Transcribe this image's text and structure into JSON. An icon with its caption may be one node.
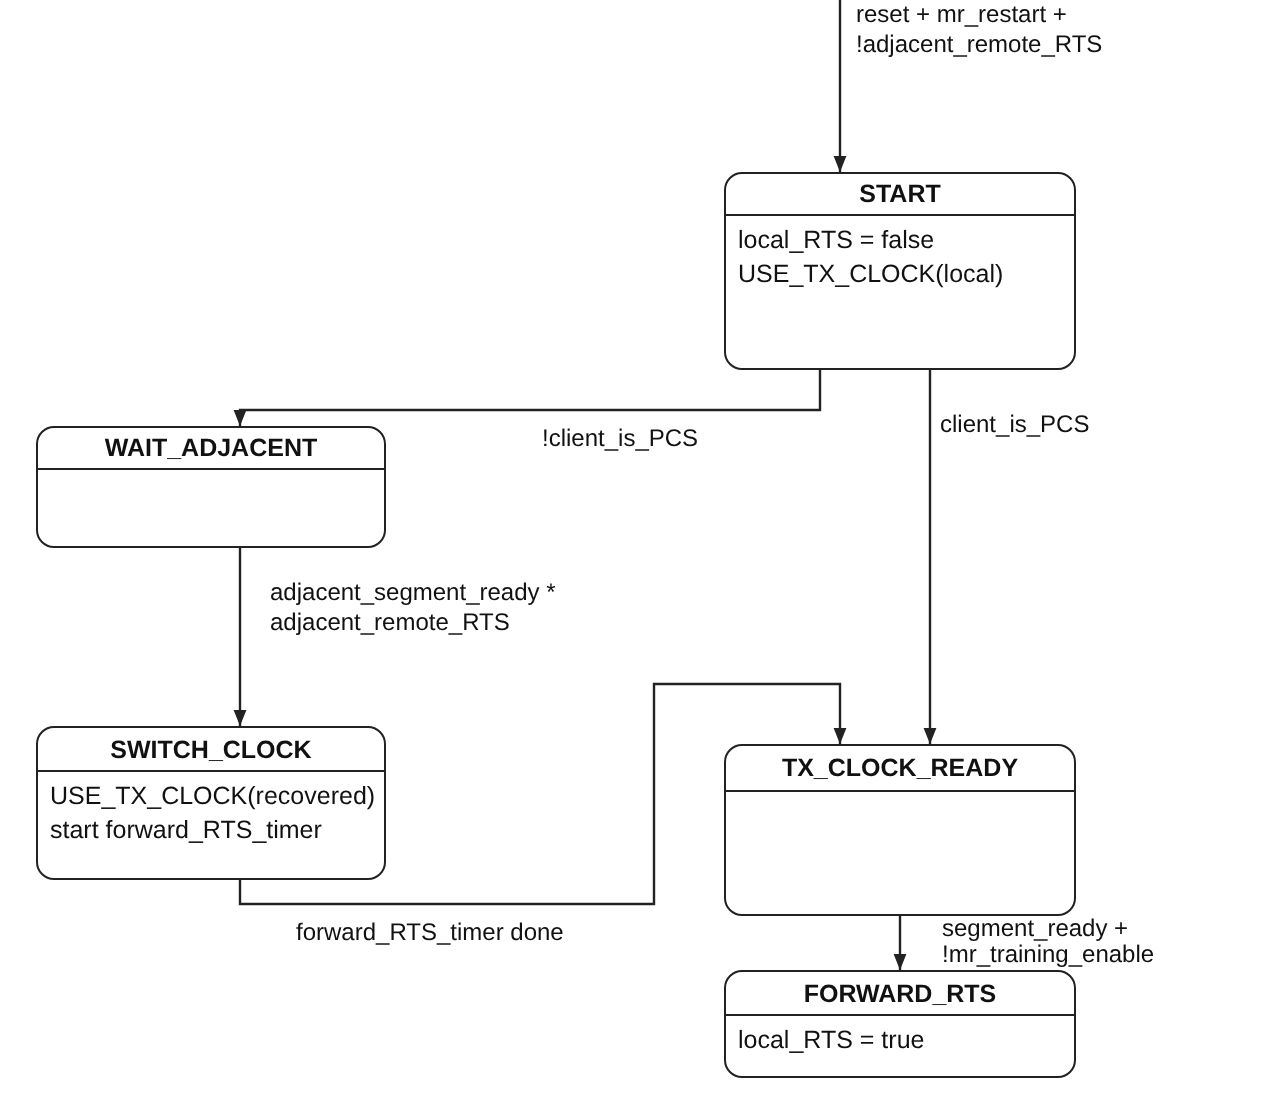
{
  "diagram": {
    "nodes": [
      {
        "text": [
          "START",
          "local_RTS = false",
          "USE_TX_CLOCK(local)"
        ]
      },
      {
        "text": [
          "WAIT_ADJACENT"
        ]
      },
      {
        "text": [
          "SWITCH_CLOCK",
          "USE_TX_CLOCK(recovered)",
          "start forward_RTS_timer"
        ]
      },
      {
        "text": [
          "TX_CLOCK_READY"
        ]
      },
      {
        "text": [
          "FORWARD_RTS",
          "local_RTS = true"
        ]
      }
    ],
    "edges": [
      {
        "from": null,
        "to": 0,
        "arrow": "to",
        "label": "reset + mr_restart + !adjacent_remote_RTS"
      },
      {
        "from": 0,
        "to": 1,
        "arrow": "to",
        "label": "!client_is_PCS"
      },
      {
        "from": 0,
        "to": 3,
        "arrow": "to",
        "label": "client_is_PCS"
      },
      {
        "from": 1,
        "to": 2,
        "arrow": "to",
        "label": "adjacent_segment_ready * adjacent_remote_RTS"
      },
      {
        "from": 2,
        "to": 3,
        "arrow": "to",
        "label": "forward_RTS_timer done"
      },
      {
        "from": 3,
        "to": 4,
        "arrow": "to",
        "label": "segment_ready + !mr_training_enable"
      }
    ]
  }
}
